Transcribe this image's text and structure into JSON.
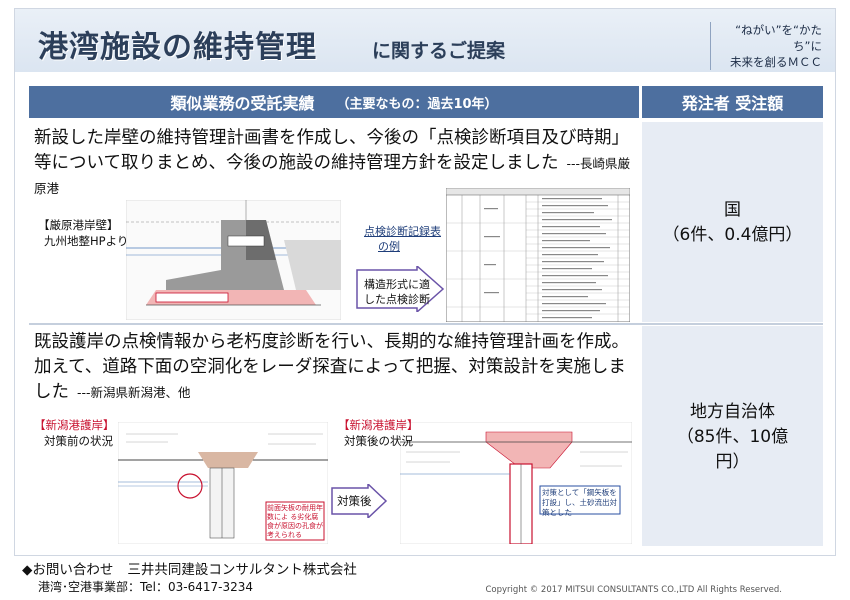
{
  "header": {
    "title": "港湾施設の維持管理",
    "subtitle": "に関するご提案",
    "slogan_line1": "“ねがい”を“かたち”に",
    "slogan_line2": "未来を創るＭＣＣ"
  },
  "table": {
    "col_left_title": "類似業務の受託実績",
    "col_left_note": "（主要なもの：過去10年）",
    "col_right_title": "発注者 受注額",
    "rows": [
      {
        "description": "新設した岸壁の維持管理計画書を作成し、今後の「点検診断項目及び時期」等について取りまとめ、今後の施設の維持管理方針を設定しました",
        "source": "---長崎県厳原港",
        "image_label_1": "【厳原港岸壁】",
        "image_label_2": "九州地整HPより",
        "callout_1_line1": "点検診断記録表",
        "callout_1_line2": "の例",
        "callout_2_line1": "構造形式に適",
        "callout_2_line2": "した点検診断",
        "client_line1": "国",
        "client_line2": "（6件、0.4億円）"
      },
      {
        "description": "既設護岸の点検情報から老朽度診断を行い、長期的な維持管理計画を作成。加えて、道路下面の空洞化をレーダ探査によって把握、対策設計を実施しました",
        "source": "---新潟県新潟港、他",
        "before_label_1": "【新潟港護岸】",
        "before_label_2": "対策前の状況",
        "after_label_1": "【新潟港護岸】",
        "after_label_2": "対策後の状況",
        "arrow_label": "対策後",
        "before_note": "前面矢板の耐用年数によ る劣化腐食が原因の孔食が考えられる",
        "after_note": "対策として「鋼矢板を打設」し、土砂流出対策とした",
        "client_line1": "地方自治体",
        "client_line2": "（85件、10億",
        "client_line3": "円）"
      }
    ]
  },
  "footer": {
    "contact_label": "◆お問い合わせ",
    "company": "三井共同建設コンサルタント株式会社",
    "department": "港湾･空港事業部：Tel：03-6417-3234",
    "copyright": "Copyright © 2017 MITSUI CONSULTANTS CO.,LTD All Rights Reserved."
  },
  "colors": {
    "header_bar": "#4d6f9f",
    "title_text": "#2c3f5a",
    "right_cell_bg": "#e7ecf4",
    "arrow_fill": "#6a53a8",
    "highlight_red": "#c8102e"
  }
}
